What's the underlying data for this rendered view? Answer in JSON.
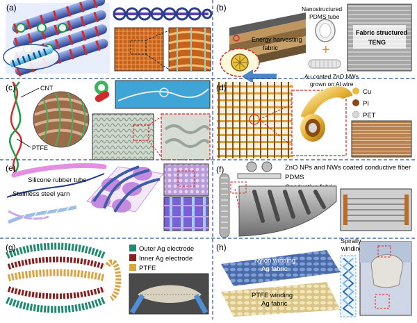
{
  "panels": [
    {
      "label": "(a)"
    },
    {
      "label": "(b)",
      "texts": [
        "Nanostructured",
        "PDMS tube",
        "Fabric structured",
        "TENG",
        "Energy harvesting",
        "fabric",
        "Au coated ZnO NWs",
        "grown on Al wire"
      ]
    },
    {
      "label": "(c)",
      "texts": [
        "CNT",
        "PTFE"
      ]
    },
    {
      "label": "(d)",
      "legend": [
        {
          "label": "Cu",
          "color": "#e8b93a"
        },
        {
          "label": "PI",
          "color": "#8a4a14"
        },
        {
          "label": "PET",
          "color": "#d7d7d7"
        }
      ]
    },
    {
      "label": "(e)",
      "texts": [
        "Silicone rubber tube",
        "Stainless steel yarn"
      ]
    },
    {
      "label": "(f)",
      "texts": [
        "ZnO NPs and NWs coated conductive fiber",
        "PDMS",
        "Conductive fabric"
      ]
    },
    {
      "label": "(g)",
      "legend": [
        {
          "label": "Outer Ag electrode",
          "color": "#1f8a70"
        },
        {
          "label": "Inner Ag electrode",
          "color": "#8b1e1e"
        },
        {
          "label": "PTFE",
          "color": "#d9a441"
        }
      ]
    },
    {
      "label": "(h)",
      "texts": [
        "Nylon winding",
        "Ag fabric",
        "PTFE winding",
        "Ag fabric",
        "Spirally",
        "winding"
      ]
    }
  ],
  "colors": {
    "divider": "#2d4fa8",
    "callout": "#e0201e",
    "arrow": "#4d86c6"
  }
}
